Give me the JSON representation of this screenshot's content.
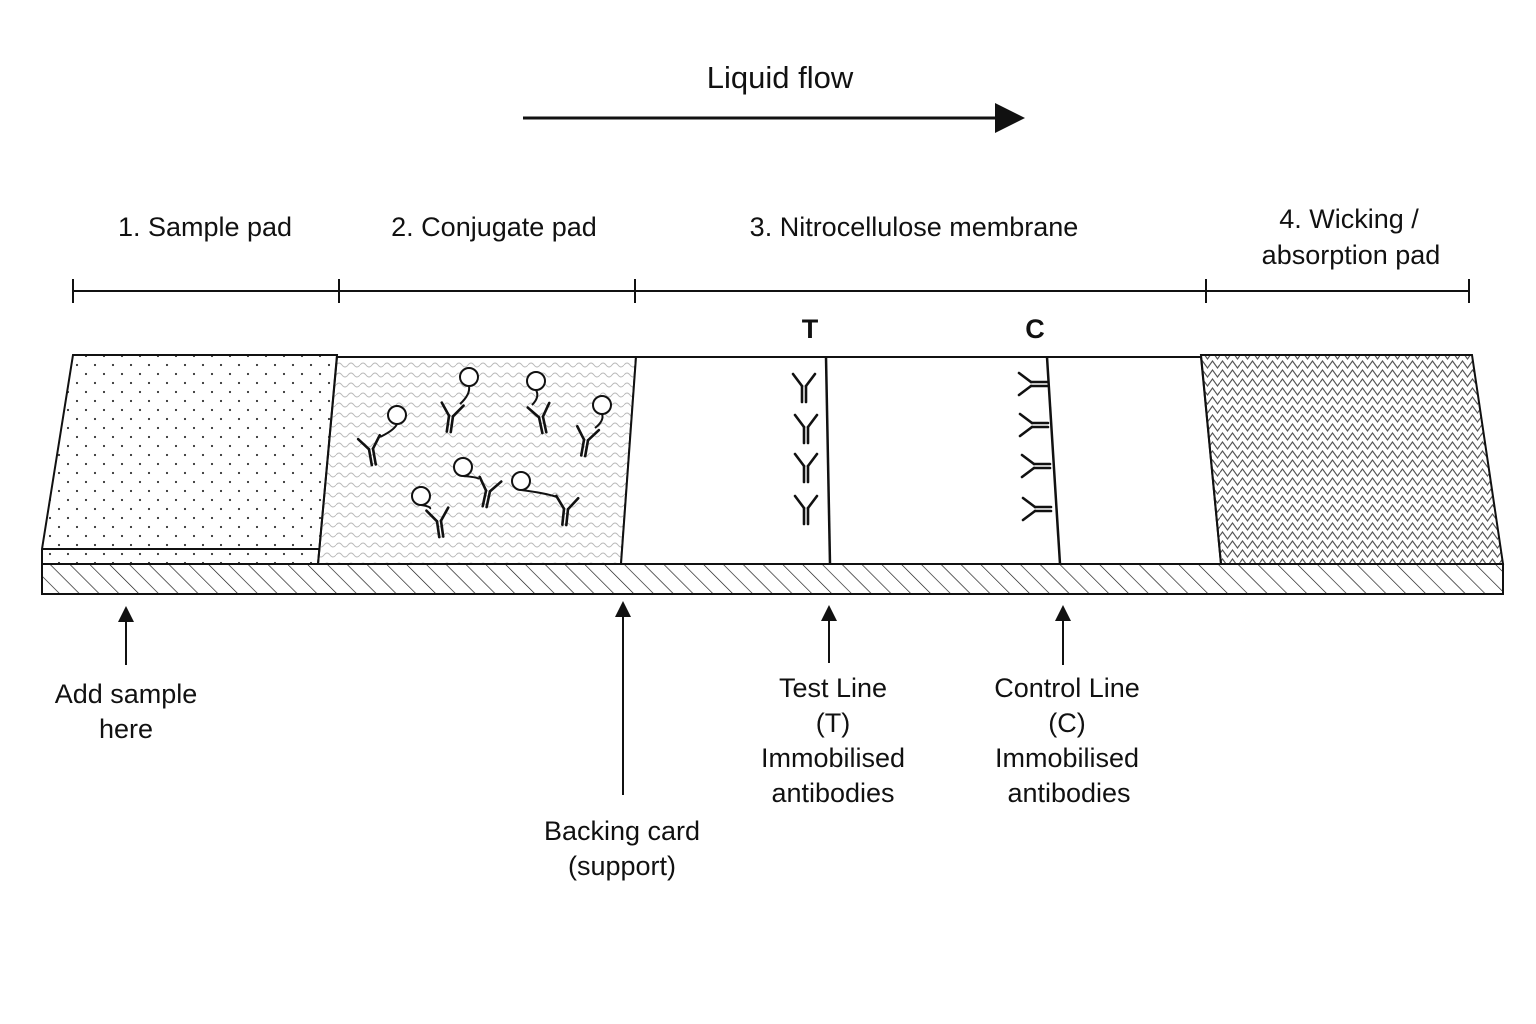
{
  "flow": {
    "label": "Liquid flow"
  },
  "sections": {
    "sample_pad": "1. Sample pad",
    "conjugate_pad": "2. Conjugate pad",
    "membrane": "3. Nitrocellulose membrane",
    "wicking_line1": "4. Wicking /",
    "wicking_line2": "absorption pad"
  },
  "lines": {
    "test_letter": "T",
    "control_letter": "C"
  },
  "callouts": {
    "add_sample": [
      "Add sample",
      "here"
    ],
    "backing": [
      "Backing card",
      "(support)"
    ],
    "test": [
      "Test Line",
      "(T)",
      "Immobilised",
      "antibodies"
    ],
    "control": [
      "Control Line",
      "(C)",
      "Immobilised",
      "antibodies"
    ]
  },
  "icons": {
    "antibody": "antibody-icon",
    "conjugate": "antibody-gold-conjugate-icon",
    "arrow": "arrow-up-icon"
  }
}
